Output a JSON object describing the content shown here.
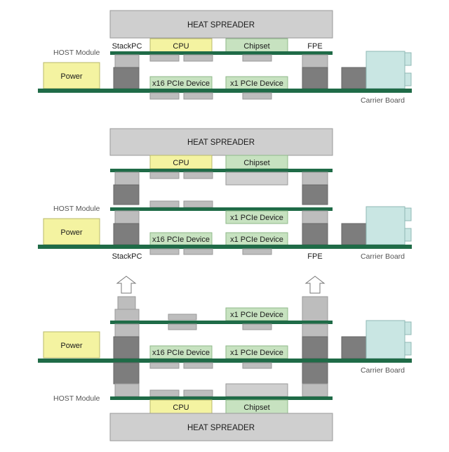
{
  "colors": {
    "board": "#1f6b47",
    "board_edge": "#124a30",
    "spreader": "#cfcfcf",
    "dark": "#7d7d7d",
    "light": "#bdbdbd",
    "cpu": "#f4f3a1",
    "chipset": "#c7e2c0",
    "power": "#f4f3a1",
    "connector": "#c9e6e3",
    "arrow": "#ffffff"
  },
  "panel1": {
    "heat_spreader": "HEAT SPREADER",
    "stackpc": "StackPC",
    "cpu": "CPU",
    "chipset": "Chipset",
    "fpe": "FPE",
    "host_module": "HOST Module",
    "power": "Power",
    "x16": "x16 PCIe Device",
    "x1": "x1 PCIe Device",
    "carrier_board": "Carrier Board"
  },
  "panel2": {
    "heat_spreader": "HEAT SPREADER",
    "cpu": "CPU",
    "chipset": "Chipset",
    "host_module": "HOST Module",
    "x1_upper": "x1 PCIe Device",
    "power": "Power",
    "x16": "x16 PCIe Device",
    "x1_lower": "x1 PCIe Device",
    "stackpc": "StackPC",
    "fpe": "FPE",
    "carrier_board": "Carrier Board"
  },
  "panel3": {
    "x1_upper": "x1 PCIe Device",
    "power": "Power",
    "x16": "x16 PCIe Device",
    "x1_lower": "x1 PCIe Device",
    "carrier_board": "Carrier Board",
    "host_module": "HOST Module",
    "cpu": "CPU",
    "chipset": "Chipset",
    "heat_spreader": "HEAT SPREADER"
  }
}
